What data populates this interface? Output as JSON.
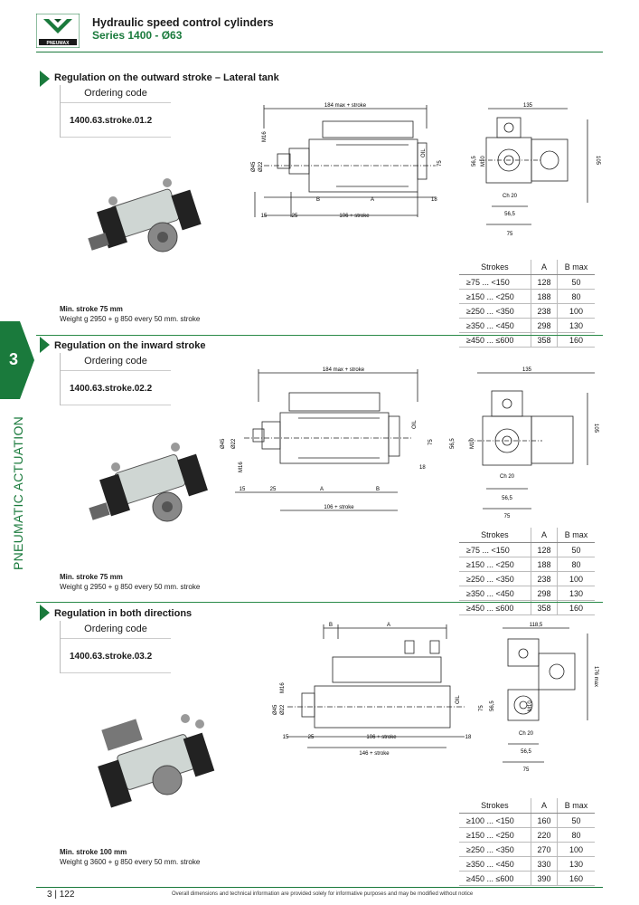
{
  "header": {
    "brand": "PNEUMAX",
    "title": "Hydraulic speed control cylinders",
    "subtitle": "Series 1400 - Ø63"
  },
  "chapter": {
    "number": "3",
    "label": "PNEUMATIC ACTUATION"
  },
  "table_headers": [
    "Strokes",
    "A",
    "B max"
  ],
  "sections": [
    {
      "title": "Regulation on the outward stroke – Lateral tank",
      "ordering_code_label": "Ordering code",
      "ordering_code": "1400.63.stroke.01.2",
      "min_stroke": "Min. stroke 75 mm",
      "weight": "Weight g 2950 + g 850 every 50 mm. stroke",
      "rows": [
        [
          "≥75 ... <150",
          "128",
          "50"
        ],
        [
          "≥150 ... <250",
          "188",
          "80"
        ],
        [
          "≥250 ... <350",
          "238",
          "100"
        ],
        [
          "≥350 ... <450",
          "298",
          "130"
        ],
        [
          "≥450 ... ≤600",
          "358",
          "160"
        ]
      ],
      "dims": {
        "top": "184 max + stroke",
        "ports": "15",
        "d25": "25",
        "bottom": "106 + stroke",
        "a": "A",
        "b": "B",
        "d18": "18",
        "d45": "Ø45",
        "d22": "Ø22",
        "m16": "M16",
        "oil": "OIL",
        "h75": "75",
        "w135": "135",
        "h105": "105",
        "m10": "M10",
        "h565": "56,5",
        "ch20": "Ch 20",
        "w565": "56,5",
        "w75": "75"
      }
    },
    {
      "title": "Regulation on the inward stroke",
      "ordering_code_label": "Ordering code",
      "ordering_code": "1400.63.stroke.02.2",
      "min_stroke": "Min. stroke 75 mm",
      "weight": "Weight g 2950 + g 850 every 50 mm. stroke",
      "rows": [
        [
          "≥75 ... <150",
          "128",
          "50"
        ],
        [
          "≥150 ... <250",
          "188",
          "80"
        ],
        [
          "≥250 ... <350",
          "238",
          "100"
        ],
        [
          "≥350 ... <450",
          "298",
          "130"
        ],
        [
          "≥450 ... ≤600",
          "358",
          "160"
        ]
      ],
      "dims": {
        "top": "184 max + stroke",
        "ports": "15",
        "d25": "25",
        "bottom": "106 + stroke",
        "a": "A",
        "b": "B",
        "d18": "18",
        "d45": "Ø45",
        "d22": "Ø22",
        "m16": "M16",
        "oil": "OIL",
        "h75": "75",
        "w135": "135",
        "h105": "105",
        "m10": "M10",
        "h565": "56,5",
        "ch20": "Ch 20",
        "w565": "56,5",
        "w75": "75"
      }
    },
    {
      "title": "Regulation in both directions",
      "ordering_code_label": "Ordering code",
      "ordering_code": "1400.63.stroke.03.2",
      "min_stroke": "Min. stroke 100 mm",
      "weight": "Weight g 3600 + g 850 every 50 mm. stroke",
      "rows": [
        [
          "≥100 ... <150",
          "160",
          "50"
        ],
        [
          "≥150 ... <250",
          "220",
          "80"
        ],
        [
          "≥250 ... <350",
          "270",
          "100"
        ],
        [
          "≥350 ... <450",
          "330",
          "130"
        ],
        [
          "≥450 ... ≤600",
          "390",
          "160"
        ]
      ],
      "dims": {
        "top": "146 + stroke",
        "ports": "15",
        "d25": "25",
        "bottom": "106 + stroke",
        "a": "A",
        "b": "B",
        "d18": "18",
        "d45": "Ø45",
        "d22": "Ø22",
        "m16": "M16",
        "oil": "OIL",
        "h75": "75",
        "w135": "118,5",
        "h105": "176 max",
        "m10": "M10",
        "h565": "56,5",
        "ch20": "Ch 20",
        "w565": "56,5",
        "w75": "75"
      }
    }
  ],
  "footer": {
    "page": "3 | 122",
    "note": "Overall dimensions and technical information are provided solely for informative purposes and may be modified without notice"
  },
  "colors": {
    "accent": "#1a7a3c",
    "line": "#2a8a48"
  }
}
